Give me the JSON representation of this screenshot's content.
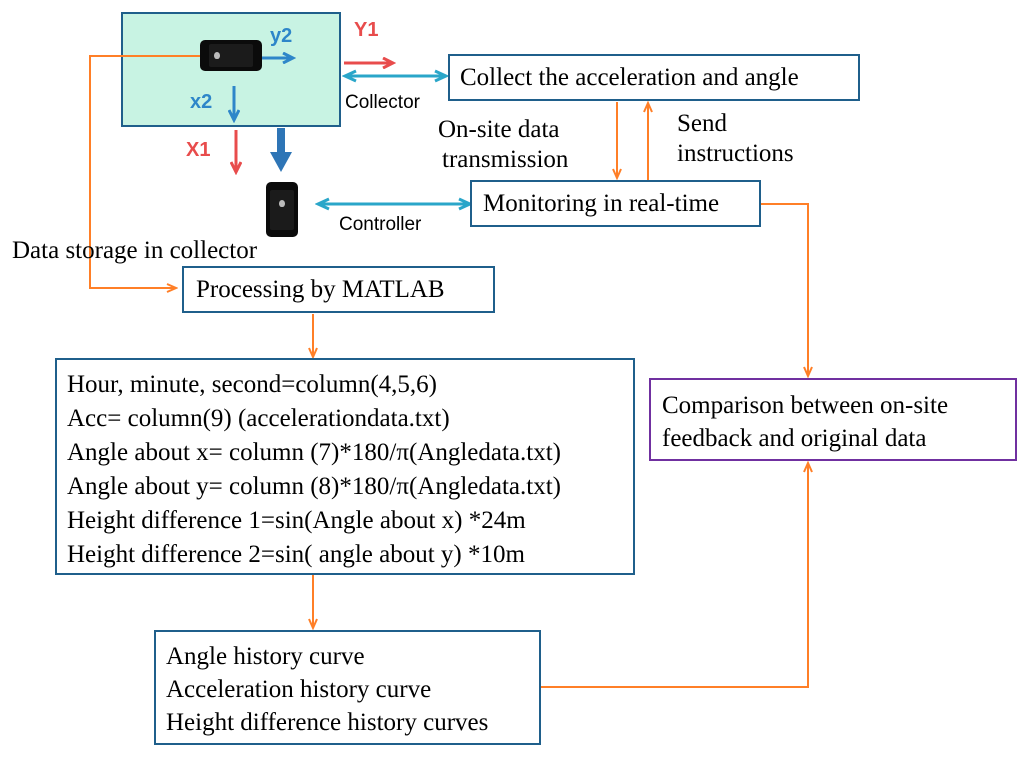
{
  "colors": {
    "flow_arrow": "#ff7f27",
    "link_arrow": "#2aa6c9",
    "axis_global": "#e84c4c",
    "axis_local": "#2e86c9",
    "box_border": "#1f5f8b",
    "compare_border": "#7030a0",
    "collector_fill": "#c8f3e3"
  },
  "icons": {
    "collector_phone": "smartphone-icon",
    "controller_phone": "smartphone-icon"
  },
  "axes": {
    "y1": "Y1",
    "y2": "y2",
    "x1": "X1",
    "x2": "x2"
  },
  "labels": {
    "collector": "Collector",
    "controller": "Controller",
    "onsite_line1": "On-site data",
    "onsite_line2": "transmission",
    "send_line1": "Send",
    "send_line2": "instructions",
    "data_storage": "Data storage in collector"
  },
  "boxes": {
    "collect": "Collect the acceleration and angle",
    "monitoring": "Monitoring in real-time",
    "processing": "Processing by MATLAB",
    "formulas": [
      "Hour, minute, second=column(4,5,6)",
      "Acc= column(9) (accelerationdata.txt)",
      "Angle about x= column (7)*180/π(Angledata.txt)",
      "Angle about y= column (8)*180/π(Angledata.txt)",
      "Height difference 1=sin(Angle about x) *24m",
      "Height difference 2=sin( angle about y) *10m"
    ],
    "curves": [
      "Angle history curve",
      "Acceleration history curve",
      "Height difference history curves"
    ],
    "comparison": [
      "Comparison between on-site",
      "feedback and original data"
    ]
  }
}
